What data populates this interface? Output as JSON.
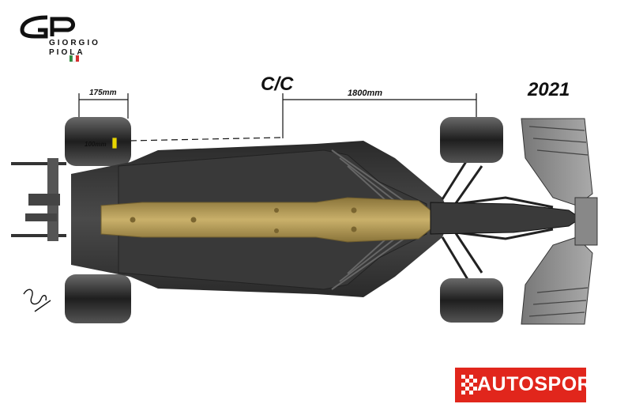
{
  "logo": {
    "line1": "GIORGIO",
    "line2": "PIOLA",
    "flag_colors": [
      "#2e8b3e",
      "#ffffff",
      "#d32f2f"
    ]
  },
  "drawing": {
    "year": "2021",
    "centerline_label": "C/C",
    "wheelbase_label": "1800mm",
    "tyre_width_label": "175mm",
    "plank_label": "100mm"
  },
  "brand": {
    "name": "AUTOSPORT",
    "color": "#e1261c"
  },
  "colors": {
    "body": "#3f3f3f",
    "plank": "#b39a4f",
    "tyre": "#2b2b2b"
  }
}
